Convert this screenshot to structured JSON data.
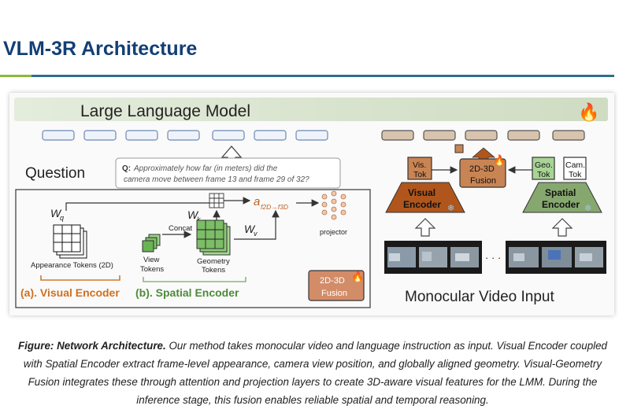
{
  "header": {
    "title": "VLM-3R Architecture"
  },
  "diagram": {
    "llm_label": "Large Language Model",
    "question_label": "Question",
    "question_q": "Q:",
    "question_line1": "Approximately how far (in meters) did the",
    "question_line2": "camera move between frame 13 and frame 29 of 32?",
    "wq": "W",
    "wq_sub": "q",
    "wk": "W",
    "wk_sub": "k",
    "wv": "W",
    "wv_sub": "v",
    "attn": "a",
    "attn_sub": "f2D→f3D",
    "concat": "Concat",
    "projector": "projector",
    "appearance_tokens": "Appearance Tokens (2D)",
    "view_tokens_1": "View",
    "view_tokens_2": "Tokens",
    "geometry_tokens_1": "Geometry",
    "geometry_tokens_2": "Tokens",
    "visual_encoder_a": "(a). Visual Encoder",
    "spatial_encoder_b": "(b). Spatial Encoder",
    "fusion_small_1": "2D-3D",
    "fusion_small_2": "Fusion",
    "vis_tok_1": "Vis.",
    "vis_tok_2": "Tok",
    "fusion_main_1": "2D-3D",
    "fusion_main_2": "Fusion",
    "geo_tok_1": "Geo.",
    "geo_tok_2": "Tok",
    "cam_tok_1": "Cam.",
    "cam_tok_2": "Tok",
    "visual_encoder_1": "Visual",
    "visual_encoder_2": "Encoder",
    "spatial_encoder_1": "Spatial",
    "spatial_encoder_2": "Encoder",
    "ellipsis": "· · ·",
    "mono_input": "Monocular Video Input"
  },
  "caption": {
    "bold": "Figure: Network Architecture.",
    "text": "Our method takes monocular video and language instruction as input. Visual Encoder coupled with Spatial Encoder extract frame-level appearance, camera view position, and globally aligned geometry. Visual-Geometry Fusion integrates these through attention and projection layers to create 3D-aware visual features for the LMM. During the inference stage, this fusion enables reliable spatial and temporal reasoning."
  },
  "colors": {
    "title": "#123f75",
    "visual_encoder": "#b0561c",
    "spatial_encoder": "#86a86f",
    "llm_bar": "#dfe9d6",
    "fusion": "#c07a52"
  }
}
